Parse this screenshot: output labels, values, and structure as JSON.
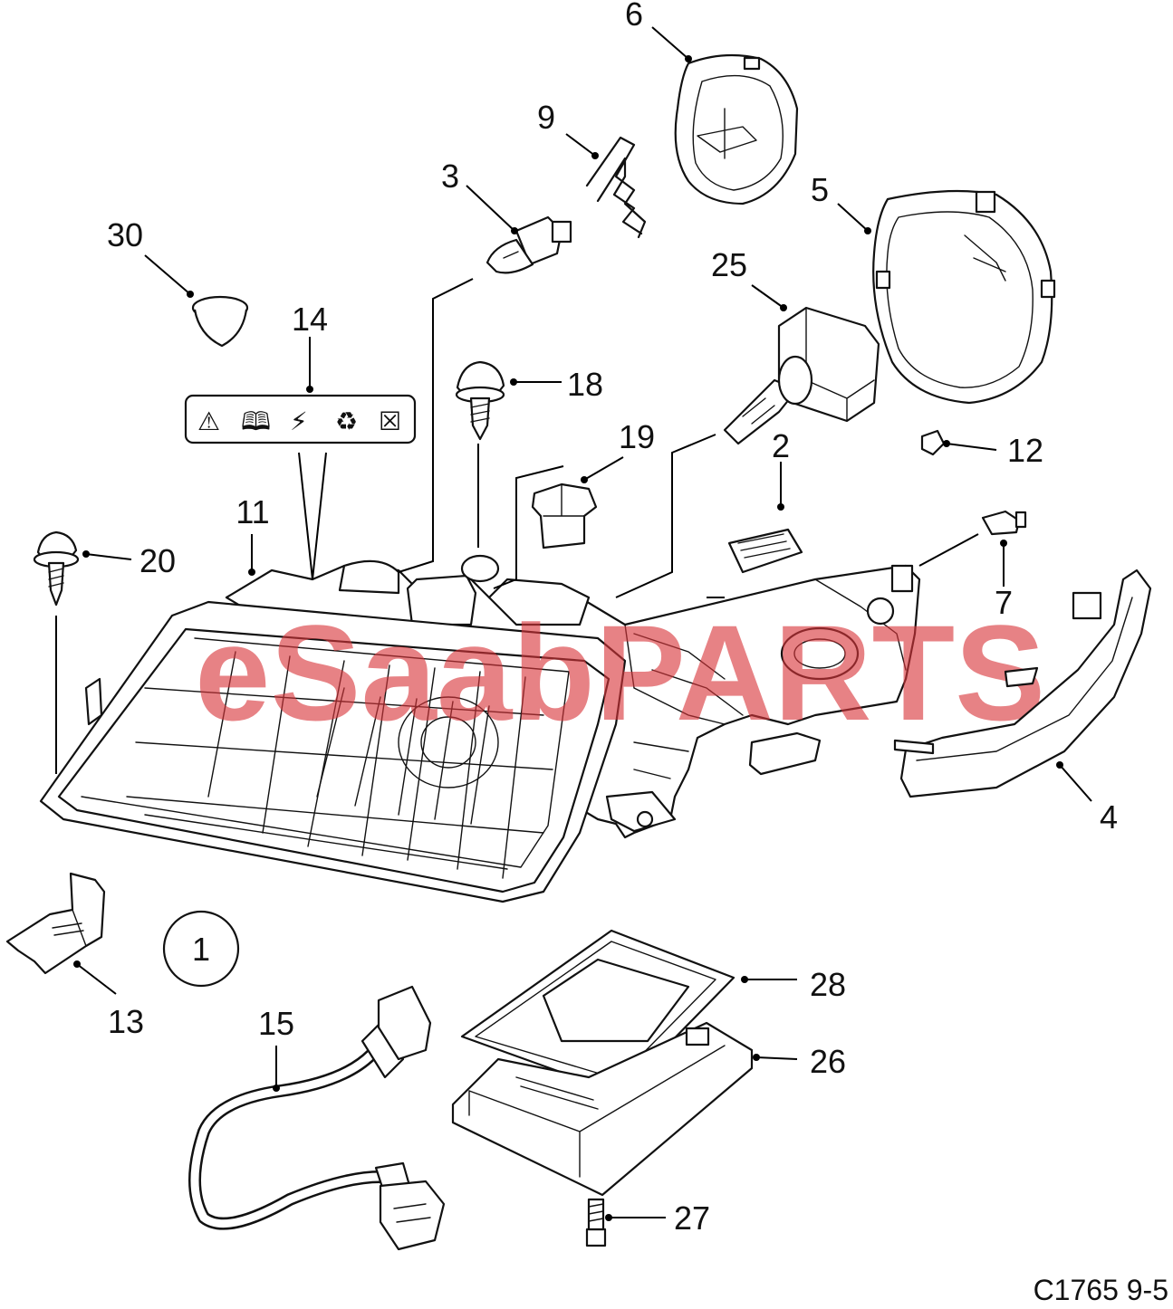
{
  "watermark": {
    "text": "eSaabPARTS",
    "color": "#d9353a"
  },
  "figure_code": "C1765 9-5",
  "label_icons": [
    "warning-triangle-icon",
    "manual-info-icon",
    "high-voltage-icon",
    "recycle-icon",
    "no-bin-disposal-icon"
  ],
  "callouts": {
    "c1": "1",
    "c2": "2",
    "c3": "3",
    "c4": "4",
    "c5": "5",
    "c6": "6",
    "c7": "7",
    "c9": "9",
    "c11": "11",
    "c12": "12",
    "c13": "13",
    "c14": "14",
    "c15": "15",
    "c18": "18",
    "c19": "19",
    "c20": "20",
    "c25": "25",
    "c26": "26",
    "c27": "27",
    "c28": "28",
    "c30": "30"
  }
}
